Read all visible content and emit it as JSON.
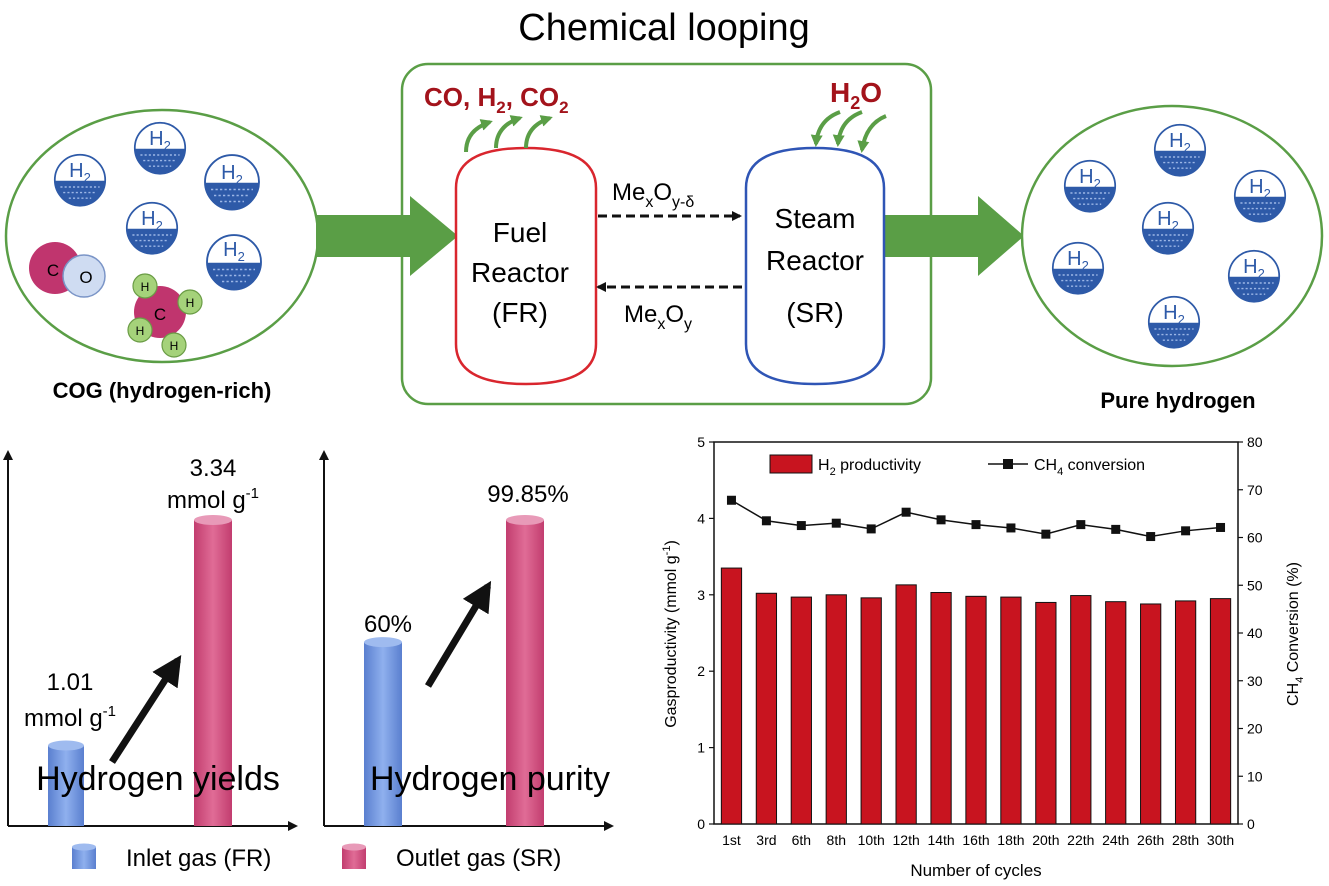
{
  "colors": {
    "green_border": "#5a9e46",
    "green_arrow": "#5a9e46",
    "fr_red": "#d9262e",
    "sr_blue": "#2f55b5",
    "product_red": "#a3131b",
    "bar_red": "#c8141f",
    "bar_blue": "#6f93d8",
    "bar_pink": "#d24f7f",
    "h2_blue": "#2e5aa8"
  },
  "top": {
    "title": "Chemical looping",
    "fr_products": {
      "main": "CO, H",
      "sub": "2",
      "sep": ", CO",
      "sub2": "2"
    },
    "sr_feed": {
      "pre": "H",
      "sub": "2",
      "post": "O"
    },
    "fuel_reactor": [
      "Fuel",
      "Reactor",
      "(FR)"
    ],
    "steam_reactor": [
      "Steam",
      "Reactor",
      "(SR)"
    ],
    "forward_species": {
      "pre": "Me",
      "sub1": "x",
      "mid": "O",
      "sub2": "y-δ"
    },
    "back_species": {
      "pre": "Me",
      "sub1": "x",
      "mid": "O",
      "sub2": "y"
    },
    "cog_label": "COG (hydrogen-rich)",
    "pure_label": "Pure hydrogen",
    "h2_icon": {
      "pre": "H",
      "sub": "2"
    },
    "co_atoms": [
      "C",
      "O"
    ],
    "ch4_atoms": {
      "center": "C",
      "h": "H"
    }
  },
  "panel_yield": {
    "inlet_value": "1.01",
    "inlet_unit": "mmol g",
    "unit_sup": "-1",
    "outlet_value": "3.34",
    "outlet_unit": "mmol g",
    "caption": "Hydrogen yields",
    "inlet": 1.01,
    "outlet": 3.34
  },
  "panel_purity": {
    "inlet_value": "60%",
    "outlet_value": "99.85%",
    "caption": "Hydrogen purity",
    "inlet": 60,
    "outlet": 99.85
  },
  "legend": {
    "inlet": "Inlet gas (FR)",
    "outlet": "Outlet gas (SR)"
  },
  "chart_data": {
    "type": "bar",
    "xlabel": "Number of cycles",
    "ylabel_left": "Gasproductivity  (mmol g",
    "ylabel_left_sup": "-1",
    "ylabel_right_pre": "CH",
    "ylabel_right_sub": "4",
    "ylabel_right_post": " Conversion (%)",
    "ylim_left": [
      0,
      5
    ],
    "ylim_right": [
      0,
      80
    ],
    "yticks_left": [
      "0",
      "1",
      "2",
      "3",
      "4",
      "5"
    ],
    "yticks_right": [
      "0",
      "10",
      "20",
      "30",
      "40",
      "50",
      "60",
      "70",
      "80"
    ],
    "tick_labels": [
      "1st",
      "3rd",
      "6th",
      "8th",
      "10th",
      "12th",
      "14th",
      "16th",
      "18th",
      "20th",
      "22th",
      "24th",
      "26th",
      "28th",
      "30th"
    ],
    "series": [
      {
        "name": "H2 productivity",
        "legend_pre": "H",
        "legend_sub": "2",
        "legend_post": " productivity",
        "axis": "left",
        "kind": "bar",
        "values": [
          3.35,
          3.02,
          2.97,
          3.0,
          2.96,
          3.13,
          3.03,
          2.98,
          2.97,
          2.9,
          2.99,
          2.91,
          2.88,
          2.92,
          2.95
        ]
      },
      {
        "name": "CH4 conversion",
        "legend_pre": "CH",
        "legend_sub": "4",
        "legend_post": " conversion",
        "axis": "right",
        "kind": "line",
        "values": [
          67.8,
          63.5,
          62.5,
          63.0,
          61.8,
          65.3,
          63.7,
          62.7,
          62.0,
          60.7,
          62.7,
          61.7,
          60.2,
          61.4,
          62.1
        ]
      }
    ],
    "legend_placement": "top"
  }
}
